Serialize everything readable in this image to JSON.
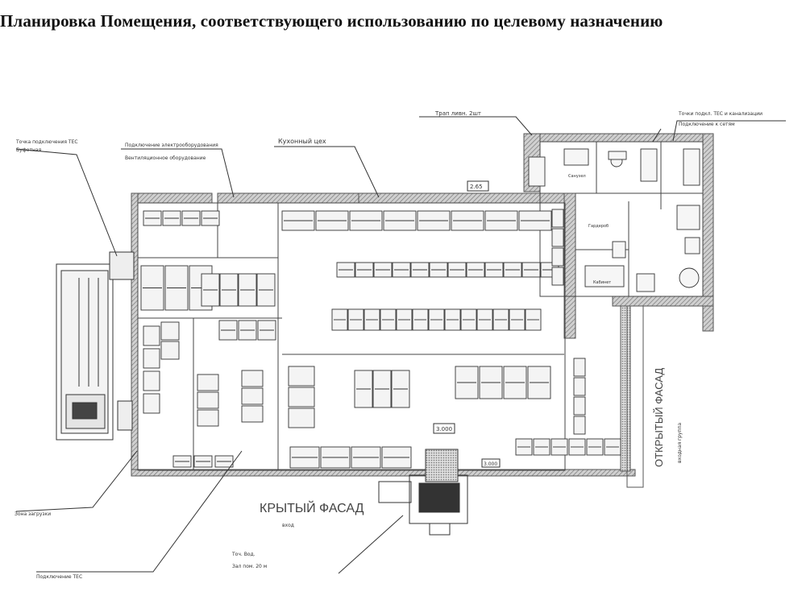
{
  "page": {
    "title": "Планировка Помещения, соответствующего использованию по целевому назначению"
  },
  "plan": {
    "labels": {
      "top_center": "Кухонный цех",
      "top_right_a": "Трап ливн. 2шт",
      "top_right_b": "Точки подкл. ТЕС и канализации",
      "top_right_c": "Подключение к сетям",
      "left_a": "Точка подключения ТЕС",
      "left_b": "Буфетная",
      "left_top": "Подключение электрооборудования",
      "left_top_b": "Вентиляционное оборудование",
      "facade_bottom": "КРЫТЫЙ ФАСАД",
      "facade_bottom_sub": "вход",
      "facade_right": "ОТКРЫТЫЙ ФАСАД",
      "facade_right_sub": "входная группа",
      "bottom_left_a": "Зона загрузки",
      "bottom_left_b": "Подключение ТЕС",
      "bottom_center_a": "Точ. Вод.",
      "bottom_center_b": "Зал пом. 20 м",
      "room_a": "Санузел",
      "room_b": "Гардероб",
      "room_c": "Кабинет",
      "dim_a": "2.65",
      "dim_b": "3.000",
      "dim_c": "3.000"
    }
  },
  "colors": {
    "line": "#3a3a3a",
    "wall": "#7a7a7a",
    "wall_fill": "#bdbdbd",
    "paper": "#ffffff"
  }
}
